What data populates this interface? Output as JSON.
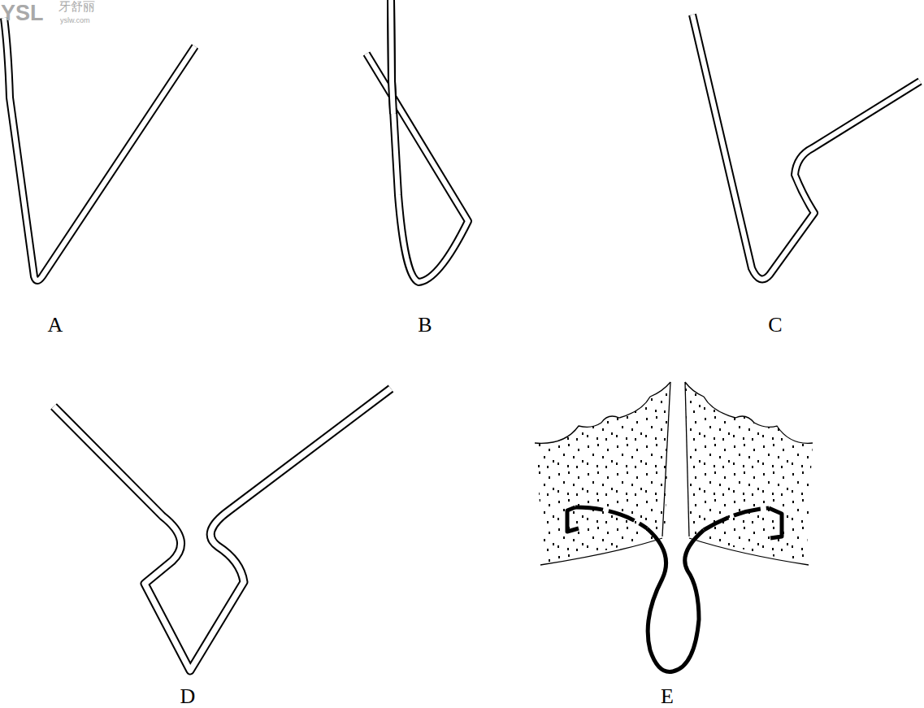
{
  "diagram": {
    "labels": [
      "YSL",
      "牙舒丽",
      "yslw.com",
      "A",
      "B",
      "C",
      "D",
      "E"
    ]
  }
}
